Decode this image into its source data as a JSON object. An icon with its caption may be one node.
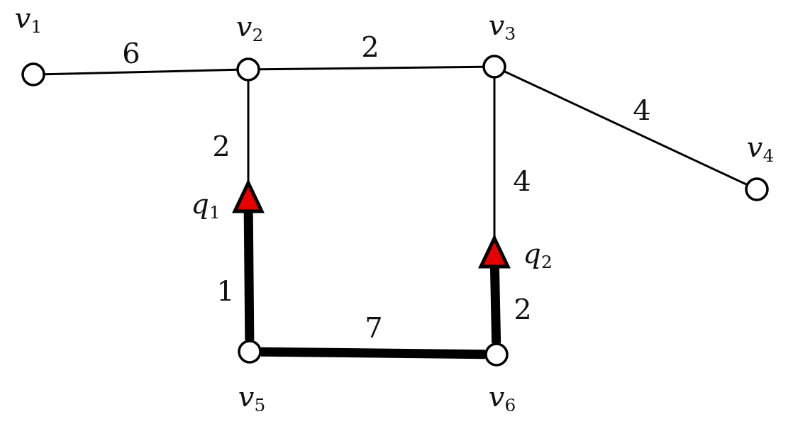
{
  "diagram": {
    "nodes": [
      {
        "text": [],
        "shape": "circle",
        "beside": [
          "*v*$_{1}$"
        ]
      },
      {
        "text": [],
        "shape": "circle",
        "beside": [
          "*v*$_{2}$"
        ]
      },
      {
        "text": [],
        "shape": "circle",
        "beside": [
          "*v*$_{3}$"
        ]
      },
      {
        "text": [],
        "shape": "circle",
        "beside": [
          "*v*$_{4}$"
        ]
      },
      {
        "text": [],
        "shape": "triangle",
        "beside": [
          "*q*$_{1}$"
        ]
      },
      {
        "text": [],
        "shape": "triangle",
        "beside": [
          "*q*$_{2}$"
        ]
      },
      {
        "text": [],
        "shape": "circle",
        "beside": [
          "*v*$_{5}$"
        ]
      },
      {
        "text": [],
        "shape": "circle",
        "beside": [
          "*v*$_{6}$"
        ]
      }
    ],
    "edges": [
      {
        "from": 0,
        "to": 1,
        "arrow": "none",
        "label": "6"
      },
      {
        "from": 1,
        "to": 2,
        "arrow": "none",
        "label": "2"
      },
      {
        "from": 2,
        "to": 3,
        "arrow": "none",
        "label": "4"
      },
      {
        "from": 1,
        "to": 4,
        "arrow": "none",
        "label": "2"
      },
      {
        "from": 2,
        "to": 5,
        "arrow": "none",
        "label": "4"
      },
      {
        "from": 6,
        "to": 4,
        "arrow": "none",
        "label": "1",
        "style": "thick"
      },
      {
        "from": 6,
        "to": 7,
        "arrow": "none",
        "label": "7",
        "style": "thick"
      },
      {
        "from": 7,
        "to": 5,
        "arrow": "none",
        "label": "2",
        "style": "thick"
      }
    ]
  }
}
